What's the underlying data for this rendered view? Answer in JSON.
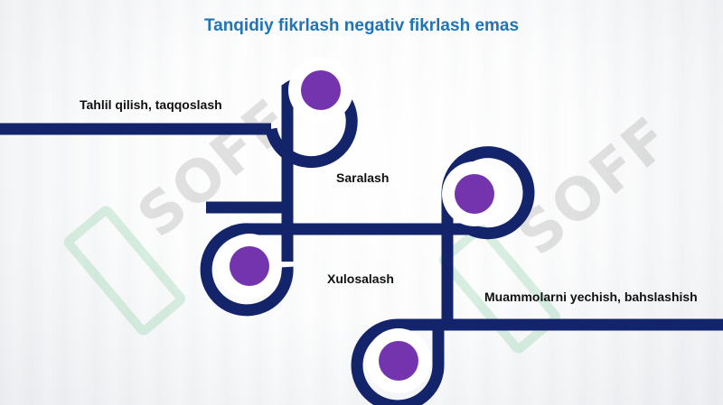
{
  "title": "Tanqidiy fikrlash negativ fikrlash emas",
  "steps": [
    {
      "label": "Tahlil qilish, taqqoslash"
    },
    {
      "label": "Saralash"
    },
    {
      "label": "Xulosalash"
    },
    {
      "label": "Muammolarni yechish, bahslashish"
    }
  ],
  "watermark": {
    "text": "SOFF",
    "icon": "soff-logo-mark"
  },
  "colors": {
    "line": "#14246b",
    "dot": "#7434ad",
    "title": "#1f74b5"
  }
}
